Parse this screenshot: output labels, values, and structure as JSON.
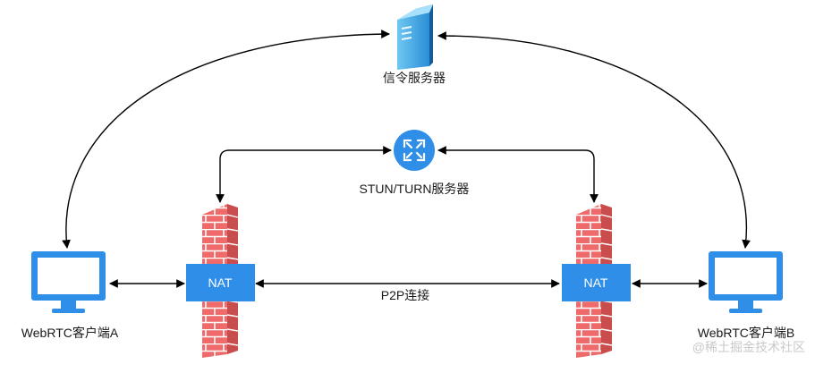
{
  "nodes": {
    "signaling_server": {
      "label": "信令服务器",
      "icon": "server-icon"
    },
    "stun_turn_server": {
      "label": "STUN/TURN服务器",
      "icon": "network-hub-icon"
    },
    "client_a": {
      "label": "WebRTC客户端A",
      "icon": "monitor-icon"
    },
    "client_b": {
      "label": "WebRTC客户端B",
      "icon": "monitor-icon"
    },
    "nat_a": {
      "label": "NAT",
      "icon": "firewall-icon"
    },
    "nat_b": {
      "label": "NAT",
      "icon": "firewall-icon"
    }
  },
  "edges": {
    "p2p": {
      "label": "P2P连接"
    }
  },
  "watermark": "@稀土掘金技术社区",
  "colors": {
    "monitor": "#2f8fe8",
    "nat_box": "#2f8fe8",
    "firewall": "#ef6b6b",
    "firewall_dark": "#c94d4d",
    "hub": "#2f8fe8",
    "line": "#000000"
  }
}
